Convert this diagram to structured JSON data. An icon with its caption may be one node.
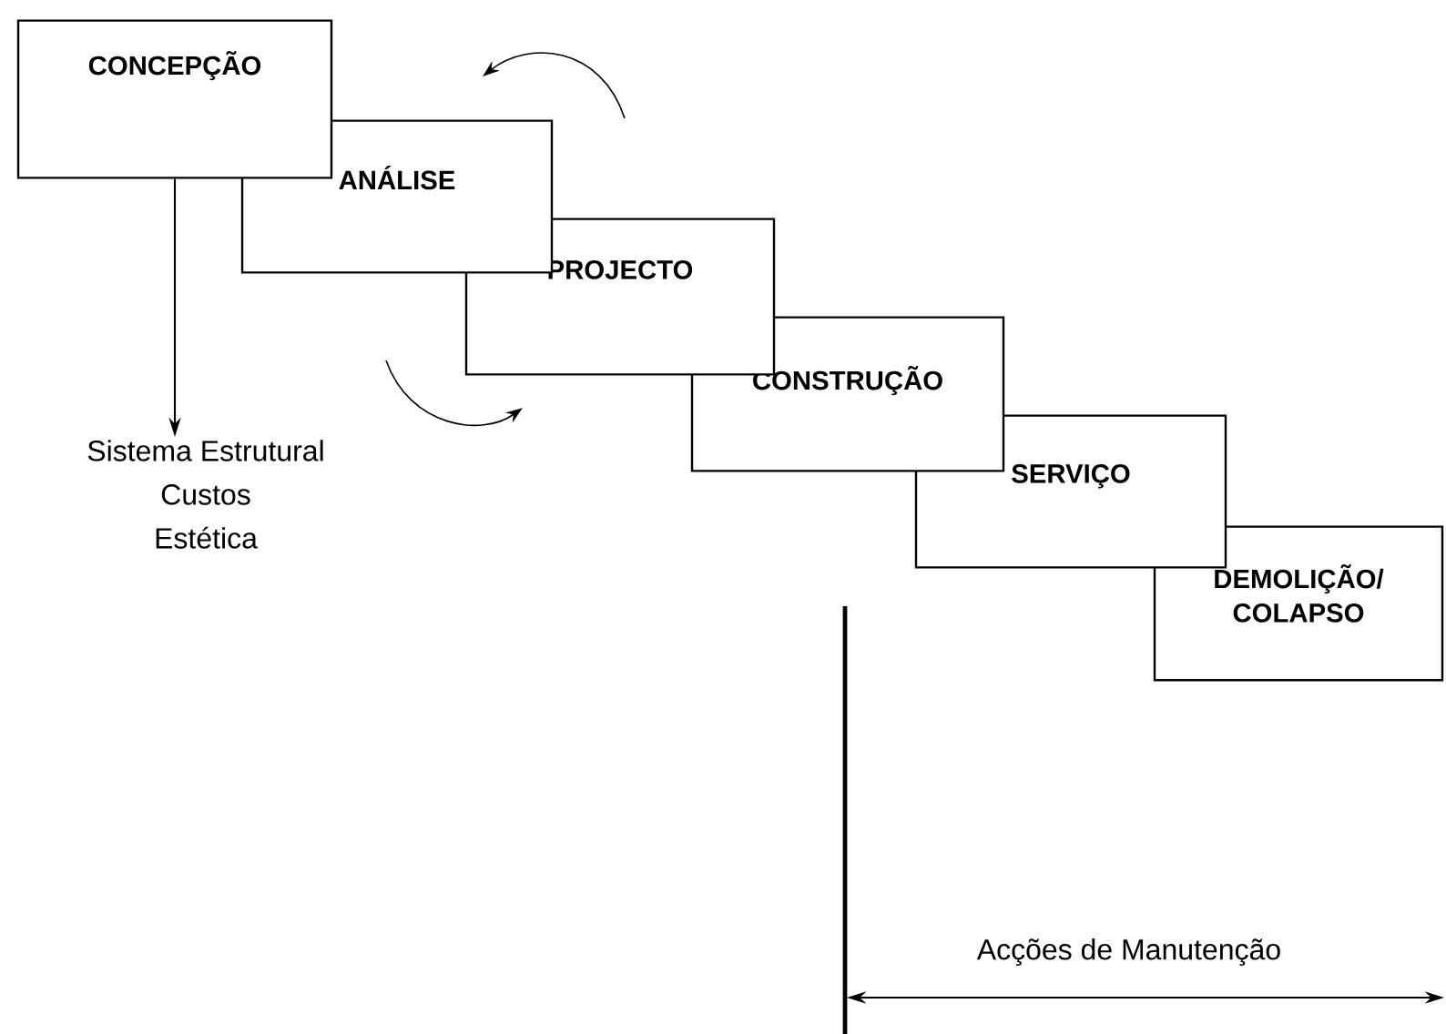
{
  "diagram": {
    "nodes": [
      {
        "text": [
          "CONCEPÇÃO"
        ]
      },
      {
        "text": [
          "ANÁLISE"
        ]
      },
      {
        "text": [
          "PROJECTO"
        ]
      },
      {
        "text": [
          "CONSTRUÇÃO"
        ]
      },
      {
        "text": [
          "SERVIÇO"
        ]
      },
      {
        "text": [
          "DEMOLIÇÃO/ COLAPSO"
        ]
      },
      {
        "text": [
          "Sistema Estrutural",
          "Custos",
          "Estética"
        ]
      }
    ],
    "edges": [
      {
        "from": 0,
        "to": 6,
        "arrow": "to"
      }
    ],
    "labels": [
      "Acções de Manutenção"
    ]
  }
}
